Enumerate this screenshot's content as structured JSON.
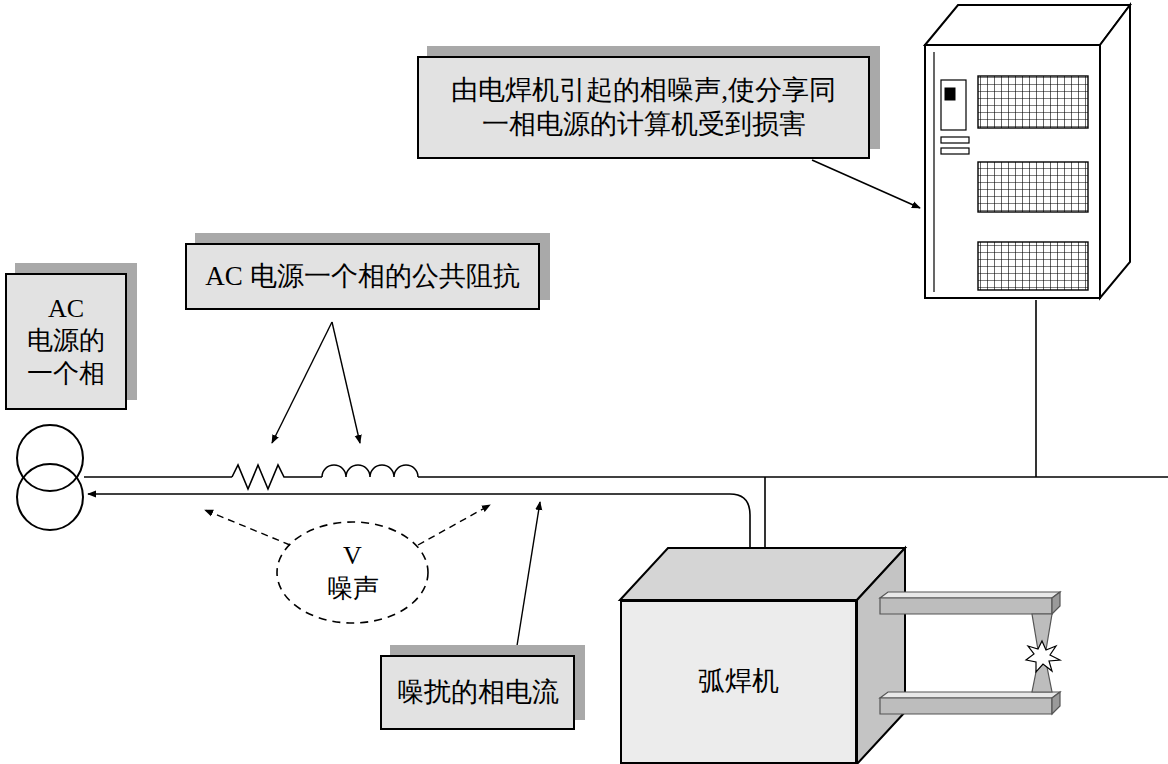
{
  "diagram": {
    "nodes": [
      {
        "text": [
          "由电焊机引起的相噪声,使分享同 一相电源的计算机受到损害"
        ]
      },
      {
        "text": [
          "AC 电源一个相的公共阻抗"
        ]
      },
      {
        "text": [
          "AC 电源的 一个相"
        ]
      },
      {
        "text": [
          "V",
          "噪声"
        ]
      },
      {
        "text": [
          "弧焊机"
        ]
      },
      {
        "text": [
          "噪扰的相电流"
        ]
      }
    ]
  }
}
